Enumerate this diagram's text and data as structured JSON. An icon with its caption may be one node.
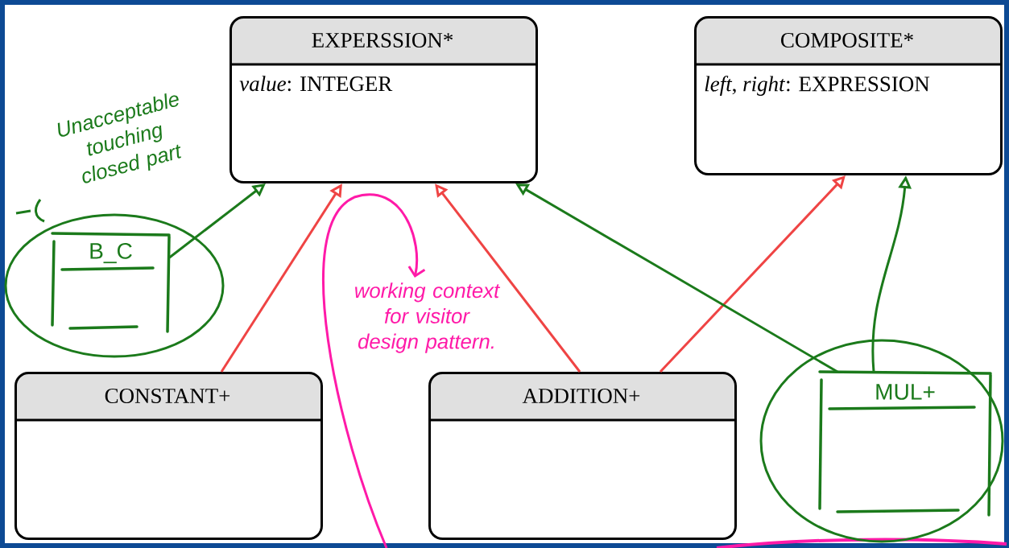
{
  "diagram": {
    "nodes": [
      {
        "text": [
          "EXPERSSION*",
          "*value*: INTEGER"
        ]
      },
      {
        "text": [
          "COMPOSITE*",
          "*left*, *right*: EXPRESSION"
        ]
      },
      {
        "text": [],
        "shape": "circle"
      },
      {
        "text": [
          "B_C"
        ],
        "in": 2
      },
      {
        "text": [
          "CONSTANT+"
        ]
      },
      {
        "text": [
          "ADDITION+"
        ]
      },
      {
        "text": [],
        "shape": "circle"
      },
      {
        "text": [
          "MUL+"
        ],
        "in": 6
      }
    ],
    "edges": [
      {
        "from": 4,
        "to": 0,
        "arrow": "to",
        "color": "#ef4444"
      },
      {
        "from": 5,
        "to": 0,
        "arrow": "to",
        "color": "#ef4444"
      },
      {
        "from": 5,
        "to": 1,
        "arrow": "to",
        "color": "#ef4444"
      },
      {
        "from": 3,
        "to": 0,
        "arrow": "to",
        "color": "#1b7a1b"
      },
      {
        "from": 7,
        "to": 0,
        "arrow": "to",
        "color": "#1b7a1b"
      },
      {
        "from": 7,
        "to": 1,
        "arrow": "to",
        "color": "#1b7a1b"
      }
    ],
    "labels": [
      "Unacceptable touching closed part",
      "working context for visitor design pattern."
    ]
  }
}
